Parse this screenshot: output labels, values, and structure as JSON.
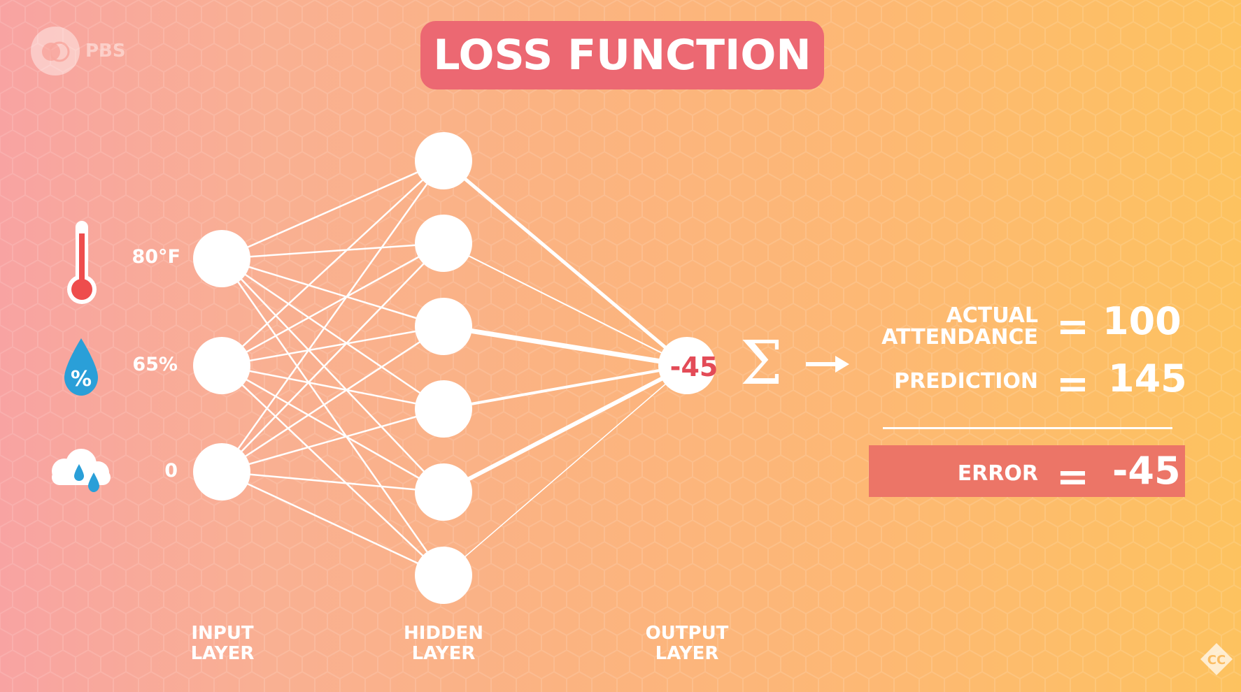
{
  "title": "LOSS FUNCTION",
  "brand": {
    "name": "PBS"
  },
  "inputs": [
    {
      "icon": "thermometer-icon",
      "value": "80°F"
    },
    {
      "icon": "humidity-drop-icon",
      "value": "65%"
    },
    {
      "icon": "rain-cloud-icon",
      "value": "0"
    }
  ],
  "layers": {
    "input": [
      "INPUT",
      "LAYER"
    ],
    "hidden": [
      "HIDDEN",
      "LAYER"
    ],
    "output": [
      "OUTPUT",
      "LAYER"
    ]
  },
  "output_value": "-45",
  "sigma": "Σ",
  "equation": {
    "actual_label": [
      "ACTUAL",
      "ATTENDANCE"
    ],
    "actual_value": "100",
    "prediction_label": "PREDICTION",
    "prediction_value": "145",
    "error_label": "ERROR",
    "error_value": "-45",
    "equals": "="
  },
  "colors": {
    "title_bg": "#ec6872",
    "error_bg": "#ec7567",
    "output_text": "#e34b57",
    "node": "#ffffff"
  },
  "corner_badge": "CC"
}
